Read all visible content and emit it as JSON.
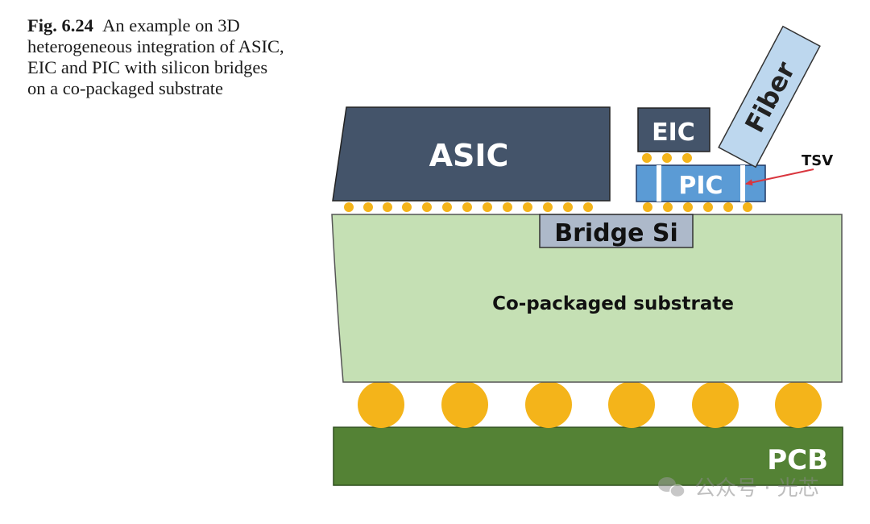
{
  "caption": {
    "fig_label": "Fig. 6.24",
    "text": "An example on 3D heterogeneous integration of ASIC, EIC and PIC with silicon bridges on a co-packaged substrate"
  },
  "diagram": {
    "asic": "ASIC",
    "eic": "EIC",
    "pic": "PIC",
    "fiber": "Fiber",
    "tsv": "TSV",
    "bridge": "Bridge Si",
    "substrate": "Co-packaged substrate",
    "pcb": "PCB"
  },
  "watermark": "公众号 · 光芯",
  "colors": {
    "asic": "#44546a",
    "eic": "#44546a",
    "pic": "#5b9bd5",
    "fiber": "#bdd7ee",
    "bridge": "#adb9ca",
    "substrate": "#c5e0b4",
    "pcb": "#548235",
    "bumps": "#f4b41a",
    "arrow": "#d9363e"
  }
}
